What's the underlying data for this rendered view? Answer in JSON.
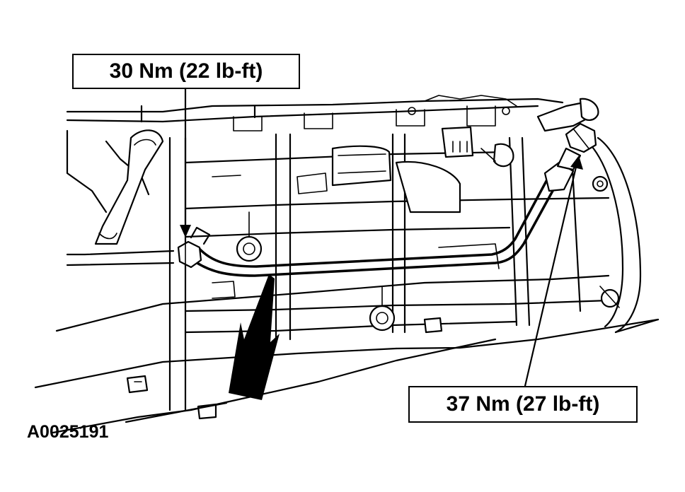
{
  "callouts": {
    "torque_top": "30 Nm (22 lb-ft)",
    "torque_bottom": "37 Nm (27 lb-ft)"
  },
  "figure_id": "A0025191",
  "colors": {
    "line": "#000000",
    "background": "#ffffff"
  }
}
